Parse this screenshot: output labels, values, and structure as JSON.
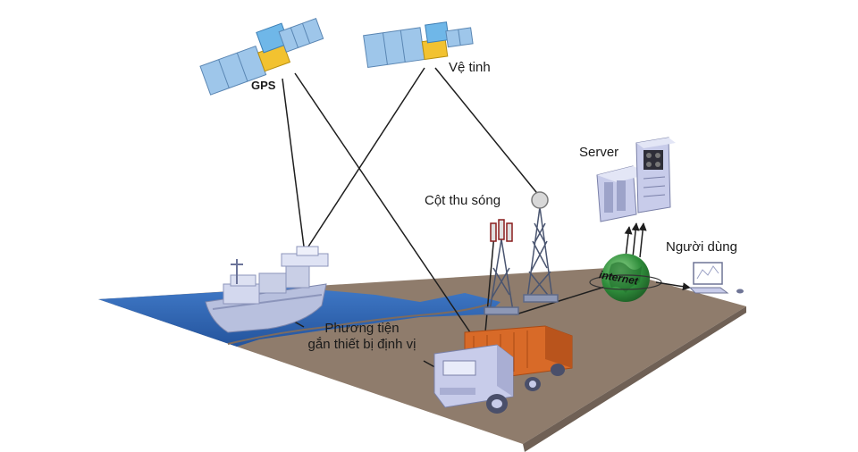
{
  "labels": {
    "gps": "GPS",
    "satellite": "Vệ tinh",
    "tower": "Cột thu sóng",
    "server": "Server",
    "user": "Người dùng",
    "internet": "internet",
    "vehicle_line1": "Phương tiện",
    "vehicle_line2": "gắn thiết bị định vị"
  },
  "icons": [
    "satellite-icon",
    "ship-icon",
    "truck-icon",
    "radio-tower-icon",
    "server-icon",
    "globe-icon",
    "computer-icon"
  ],
  "colors": {
    "sea": "#2e63b4",
    "land": "#8f7c6c",
    "land_edge": "#6f6055",
    "solar_panel": "#9ec6ea",
    "satellite_body": "#f2c230",
    "ship": "#c9cfe6",
    "container": "#d86a28",
    "truck_cab": "#c8ccea",
    "globe": "#2f8d3b",
    "line": "#1e1e1e"
  }
}
